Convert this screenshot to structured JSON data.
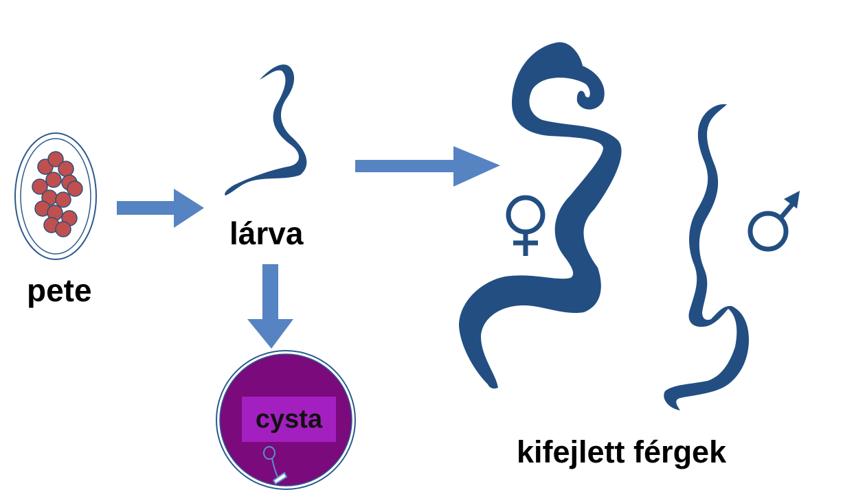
{
  "labels": {
    "egg": "pete",
    "larva": "lárva",
    "cyst": "cysta",
    "adults": "kifejlett férgek"
  },
  "symbols": {
    "female": "female-symbol",
    "male": "male-symbol"
  },
  "colors": {
    "worm": "#224e82",
    "arrow": "#5683c2",
    "egg_cell": "#c0504d",
    "cyst_fill": "#7b0a7d",
    "cyst_label_bg": "#a41fc0",
    "text": "#000000"
  }
}
